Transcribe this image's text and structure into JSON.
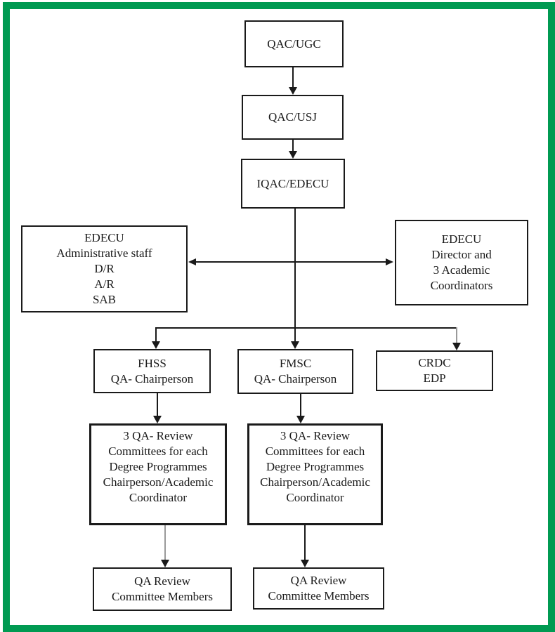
{
  "colors": {
    "frame_green": "#009a52",
    "line_black": "#1a1a1a",
    "line_gray": "#9a9a9a",
    "background": "#ffffff"
  },
  "nodes": {
    "qac_ugc": {
      "lines": [
        "QAC/UGC"
      ]
    },
    "qac_usj": {
      "lines": [
        "QAC/USJ"
      ]
    },
    "iqac_edecu": {
      "lines": [
        "IQAC/EDECU"
      ]
    },
    "edecu_admin": {
      "lines": [
        "EDECU",
        "Administrative staff",
        "D/R",
        "A/R",
        "SAB"
      ]
    },
    "edecu_director": {
      "lines": [
        "EDECU",
        "Director and",
        "3 Academic",
        "Coordinators"
      ]
    },
    "fhss": {
      "lines": [
        "FHSS",
        "QA- Chairperson"
      ]
    },
    "fmsc": {
      "lines": [
        "FMSC",
        "QA- Chairperson"
      ]
    },
    "crdc": {
      "lines": [
        "CRDC",
        "EDP"
      ]
    },
    "fhss_committees": {
      "lines": [
        "3 QA- Review",
        "Committees for each",
        "Degree Programmes",
        "Chairperson/Academic",
        "Coordinator"
      ]
    },
    "fmsc_committees": {
      "lines": [
        "3 QA- Review",
        "Committees for each",
        "Degree Programmes",
        "Chairperson/Academic",
        "Coordinator"
      ]
    },
    "fhss_members": {
      "lines": [
        "QA Review",
        "Committee Members"
      ]
    },
    "fmsc_members": {
      "lines": [
        "QA Review",
        "Committee Members"
      ]
    }
  },
  "edges": [
    {
      "from": "qac_ugc",
      "to": "qac_usj",
      "arrow": "down",
      "style": "solid-black"
    },
    {
      "from": "qac_usj",
      "to": "iqac_edecu",
      "arrow": "down",
      "style": "solid-black"
    },
    {
      "from": "iqac_edecu",
      "to": "edecu_admin",
      "arrow": "left",
      "style": "solid-black"
    },
    {
      "from": "iqac_edecu",
      "to": "edecu_director",
      "arrow": "right",
      "style": "solid-black"
    },
    {
      "from": "iqac_edecu",
      "to": "fhss",
      "arrow": "down",
      "style": "solid-black"
    },
    {
      "from": "iqac_edecu",
      "to": "fmsc",
      "arrow": "down",
      "style": "solid-black"
    },
    {
      "from": "iqac_edecu",
      "to": "crdc",
      "arrow": "down",
      "style": "gray-shaft-black-head"
    },
    {
      "from": "fhss",
      "to": "fhss_committees",
      "arrow": "down",
      "style": "solid-black"
    },
    {
      "from": "fmsc",
      "to": "fmsc_committees",
      "arrow": "down",
      "style": "solid-black"
    },
    {
      "from": "fhss_committees",
      "to": "fhss_members",
      "arrow": "down",
      "style": "gray-shaft-black-head"
    },
    {
      "from": "fmsc_committees",
      "to": "fmsc_members",
      "arrow": "down",
      "style": "solid-black"
    }
  ]
}
